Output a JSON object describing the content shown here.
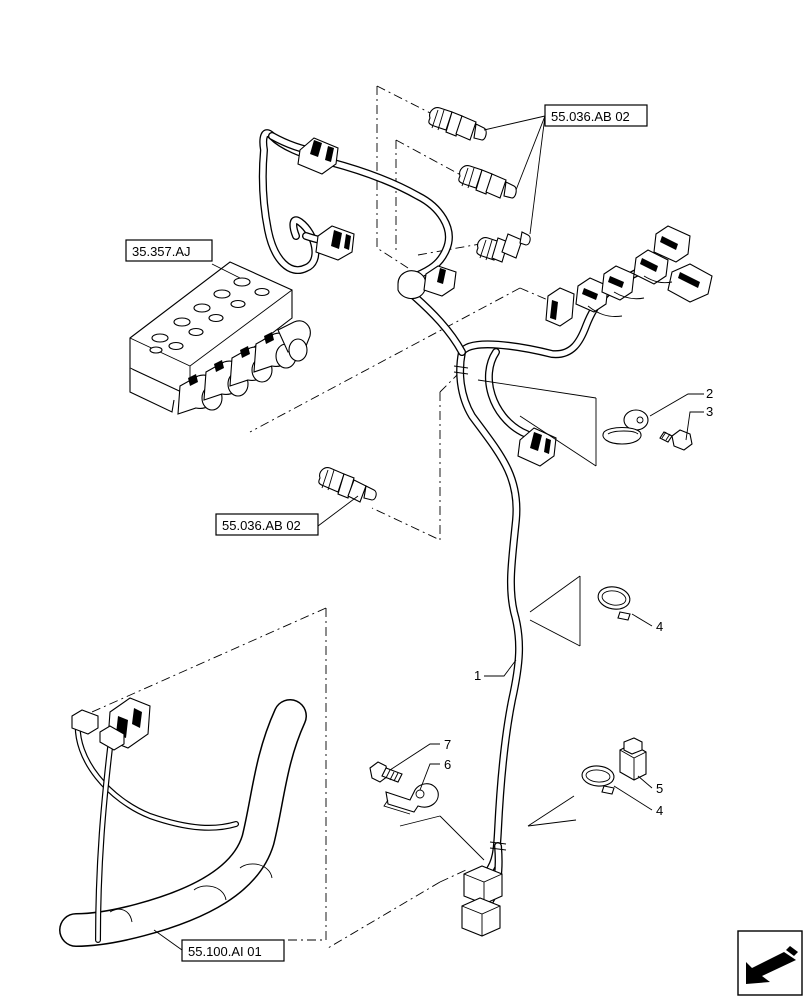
{
  "diagram": {
    "references": [
      {
        "id": "ref-top",
        "label": "55.036.AB 02"
      },
      {
        "id": "ref-valve",
        "label": "35.357.AJ"
      },
      {
        "id": "ref-mid",
        "label": "55.036.AB 02"
      },
      {
        "id": "ref-bottom",
        "label": "55.100.AI 01"
      }
    ],
    "callouts": [
      {
        "id": "c1",
        "number": "1"
      },
      {
        "id": "c2",
        "number": "2"
      },
      {
        "id": "c3",
        "number": "3"
      },
      {
        "id": "c4a",
        "number": "4"
      },
      {
        "id": "c4b",
        "number": "4"
      },
      {
        "id": "c5",
        "number": "5"
      },
      {
        "id": "c6",
        "number": "6"
      },
      {
        "id": "c7",
        "number": "7"
      }
    ],
    "icons": [
      "navigation-arrow-icon"
    ]
  }
}
